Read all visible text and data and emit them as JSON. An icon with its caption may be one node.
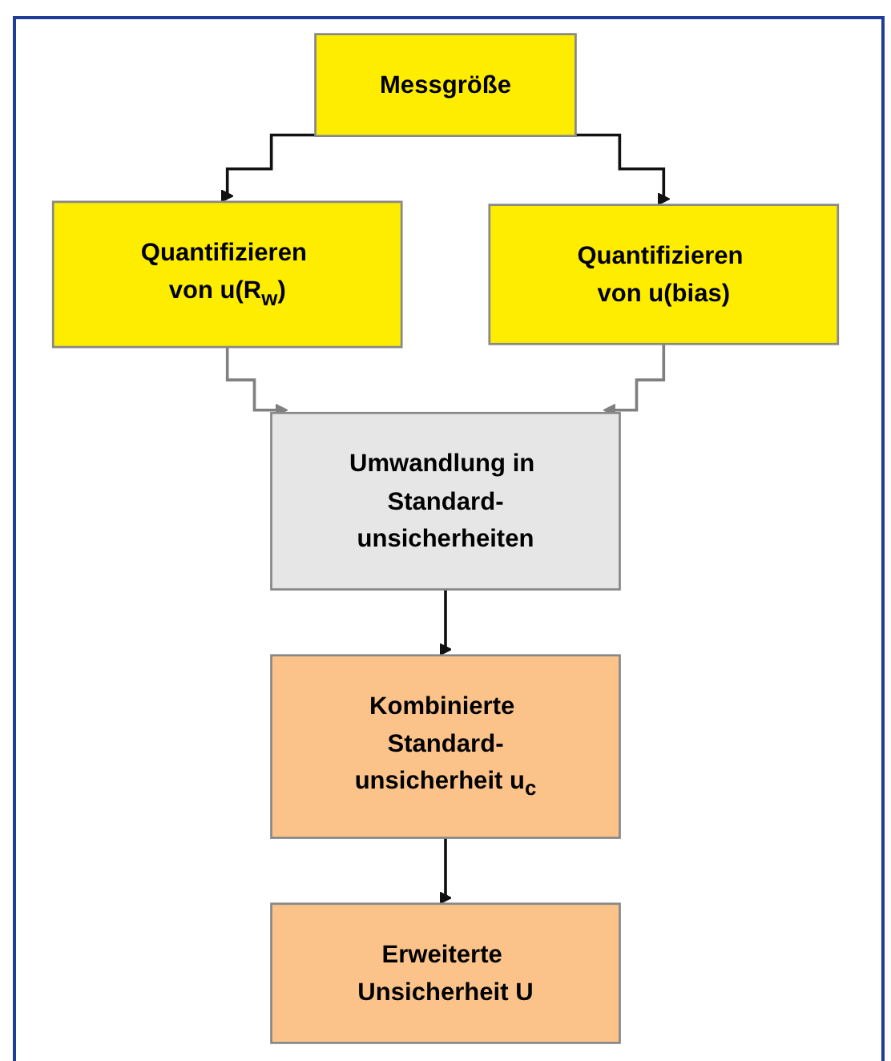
{
  "diagram": {
    "nodes": [
      {
        "text": [
          "Messgröße"
        ]
      },
      {
        "text": [
          "Quantifizieren von u(R$_{w}$)"
        ]
      },
      {
        "text": [
          "Quantifizieren von u(bias)"
        ]
      },
      {
        "text": [
          "Umwandlung in Standard-unsicherheiten"
        ]
      },
      {
        "text": [
          "Kombinierte Standard-unsicherheit u$_{c}$"
        ]
      },
      {
        "text": [
          "Erweiterte Unsicherheit U"
        ]
      }
    ],
    "edges": [
      {
        "from": 0,
        "to": 1,
        "arrow": "to"
      },
      {
        "from": 0,
        "to": 2,
        "arrow": "to"
      },
      {
        "from": 1,
        "to": 3,
        "arrow": "to",
        "color": "#808080"
      },
      {
        "from": 2,
        "to": 3,
        "arrow": "to",
        "color": "#808080"
      },
      {
        "from": 3,
        "to": 4,
        "arrow": "to"
      },
      {
        "from": 4,
        "to": 5,
        "arrow": "to"
      }
    ]
  }
}
